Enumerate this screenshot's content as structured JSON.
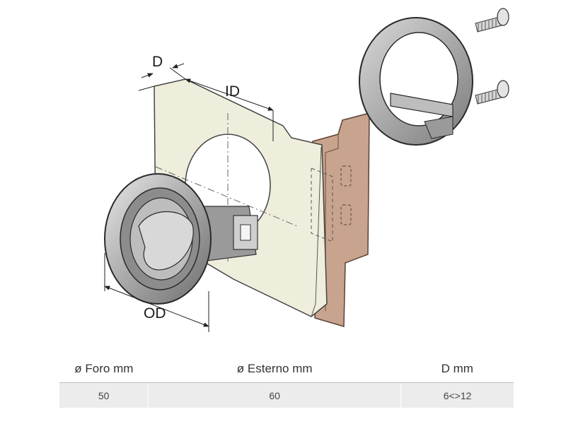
{
  "diagram": {
    "labels": {
      "d": "D",
      "id": "ID",
      "od": "OD"
    }
  },
  "table": {
    "headers": [
      "ø Foro mm",
      "ø Esterno mm",
      "D mm"
    ],
    "rows": [
      [
        "50",
        "60",
        "6<>12"
      ]
    ]
  },
  "colors": {
    "panel": "#efeedd",
    "wood": "#c8a48e",
    "metal": "#b8b8b8",
    "table_row": "#ececec"
  }
}
